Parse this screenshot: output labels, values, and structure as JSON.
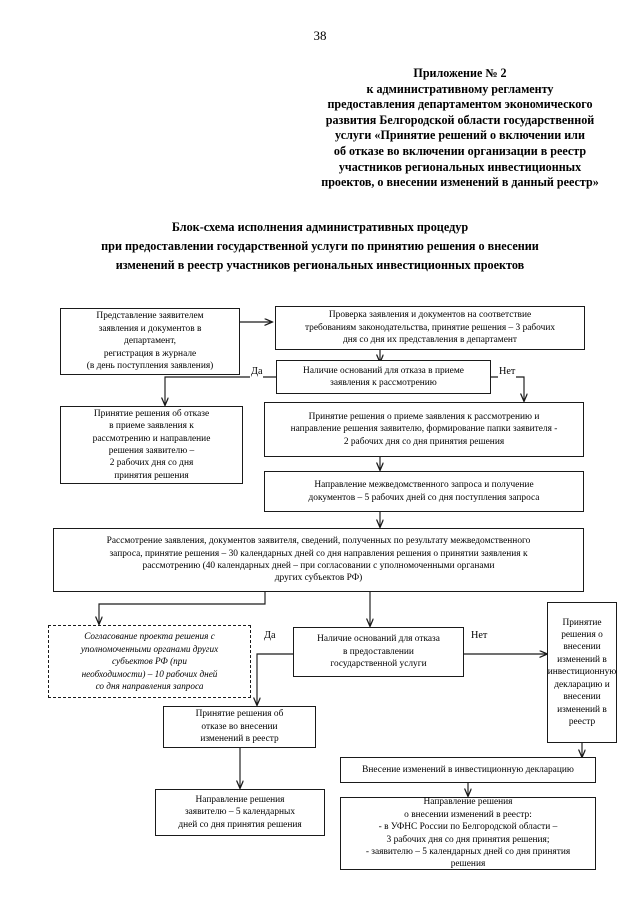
{
  "page": {
    "number": "38",
    "paper_color": "#ffffff",
    "ink_color": "#000000"
  },
  "appendix": {
    "lines": [
      "Приложение № 2",
      "к административному регламенту",
      "предоставления департаментом экономического",
      "развития Белгородской области государственной",
      "услуги «Принятие решений о включении или",
      "об отказе во включении организации в реестр",
      "участников региональных инвестиционных",
      "проектов, о внесении изменений в данный реестр»"
    ]
  },
  "title": {
    "lines": [
      "Блок-схема исполнения административных процедур",
      "при предоставлении государственной услуги по принятию решения о внесении",
      "изменений в реестр участников региональных инвестиционных проектов"
    ]
  },
  "flowchart": {
    "nodes": {
      "submission": "Представление заявителем\nзаявления и документов в\nдепартамент,\nрегистрация в журнале\n(в день поступления заявления)",
      "verification": "Проверка заявления и документов на соответствие\nтребованиям законодательства, принятие решения – 3 рабочих\nдня со дня  их представления  в департамент",
      "decision_refusal_accept": "Наличие оснований для отказа в приеме\nзаявления к рассмотрению",
      "refusal_accept": "Принятие решения об отказе\nв приеме заявления к\nрассмотрению и  направление\nрешения заявителю –\n2 рабочих дня со дня\nпринятия решения",
      "accept": "Принятие решения о приеме  заявления  к  рассмотрению и\nнаправление решения заявителю, формирование папки заявителя -\n2 рабочих дня со дня принятия решения",
      "interagency": "Направление межведомственного запроса и получение\nдокументов – 5 рабочих дней со дня поступления запроса",
      "review": "Рассмотрение заявления, документов заявителя, сведений, полученных по результату межведомственного\nзапроса, принятие решения  – 30 календарных дней со дня направления решения о принятии заявления к\nрассмотрению  (40 календарных  дней  – при согласовании с уполномоченными органами\nдругих субъектов  РФ)",
      "coordination": "Согласование проекта решения с\nуполномоченными органами других\nсубъектов  РФ  (при\nнеобходимости) – 10 рабочих дней\nсо дня направления запроса",
      "decision_refusal_service": "Наличие оснований для отказа\nв предоставлении\nгосударственной услуги",
      "positive_decision": "Принятие\nрешения  о\nвнесении\nизменений в\nинвестиционную\nдекларацию и\nвнесении\nизменений в\nреестр",
      "refusal_changes": "Принятие решения  об\nотказе во  внесении\nизменений  в реестр",
      "send_refusal": "Направление решения\nзаявителю – 5 календарных\nдней со дня принятия решения",
      "declaration_change": "Внесение изменений в инвестиционную декларацию",
      "send_decision": "Направление решения\nо внесении изменений в реестр:\n-   в УФНС России по Белгородской области –\n3 рабочих  дня со дня принятия решения;\n- заявителю  – 5 календарных дней со дня принятия\nрешения"
    },
    "edge_labels": {
      "yes_top": "Да",
      "no_top": "Нет",
      "yes_bottom": "Да",
      "no_bottom": "Нет"
    }
  }
}
